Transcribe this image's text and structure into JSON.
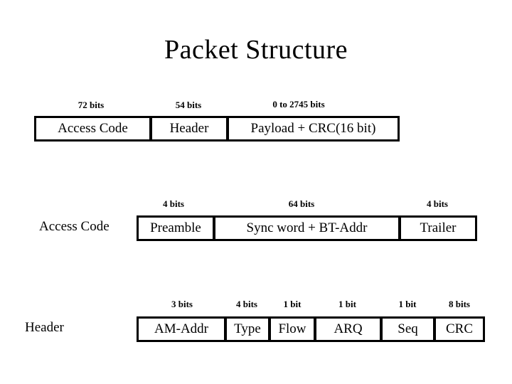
{
  "slide": {
    "title": "Packet Structure",
    "background": "#ffffff",
    "ink": "#000000"
  },
  "rows": [
    {
      "name": "packet-row",
      "side_label": "",
      "bit_labels": [
        {
          "text": "72 bits"
        },
        {
          "text": "54 bits"
        },
        {
          "text": "0 to 2745 bits"
        }
      ],
      "fields": [
        {
          "text": "Access Code"
        },
        {
          "text": "Header"
        },
        {
          "text": "Payload + CRC(16 bit)"
        }
      ]
    },
    {
      "name": "access-code-row",
      "side_label": "Access Code",
      "bit_labels": [
        {
          "text": "4 bits"
        },
        {
          "text": "64 bits"
        },
        {
          "text": "4 bits"
        }
      ],
      "fields": [
        {
          "text": "Preamble"
        },
        {
          "text": "Sync word + BT-Addr"
        },
        {
          "text": "Trailer"
        }
      ]
    },
    {
      "name": "header-row",
      "side_label": "Header",
      "bit_labels": [
        {
          "text": "3 bits"
        },
        {
          "text": "4 bits"
        },
        {
          "text": "1 bit"
        },
        {
          "text": "1 bit"
        },
        {
          "text": "1 bit"
        },
        {
          "text": "8 bits"
        }
      ],
      "fields": [
        {
          "text": "AM-Addr"
        },
        {
          "text": "Type"
        },
        {
          "text": "Flow"
        },
        {
          "text": "ARQ"
        },
        {
          "text": "Seq"
        },
        {
          "text": "CRC"
        }
      ]
    }
  ]
}
